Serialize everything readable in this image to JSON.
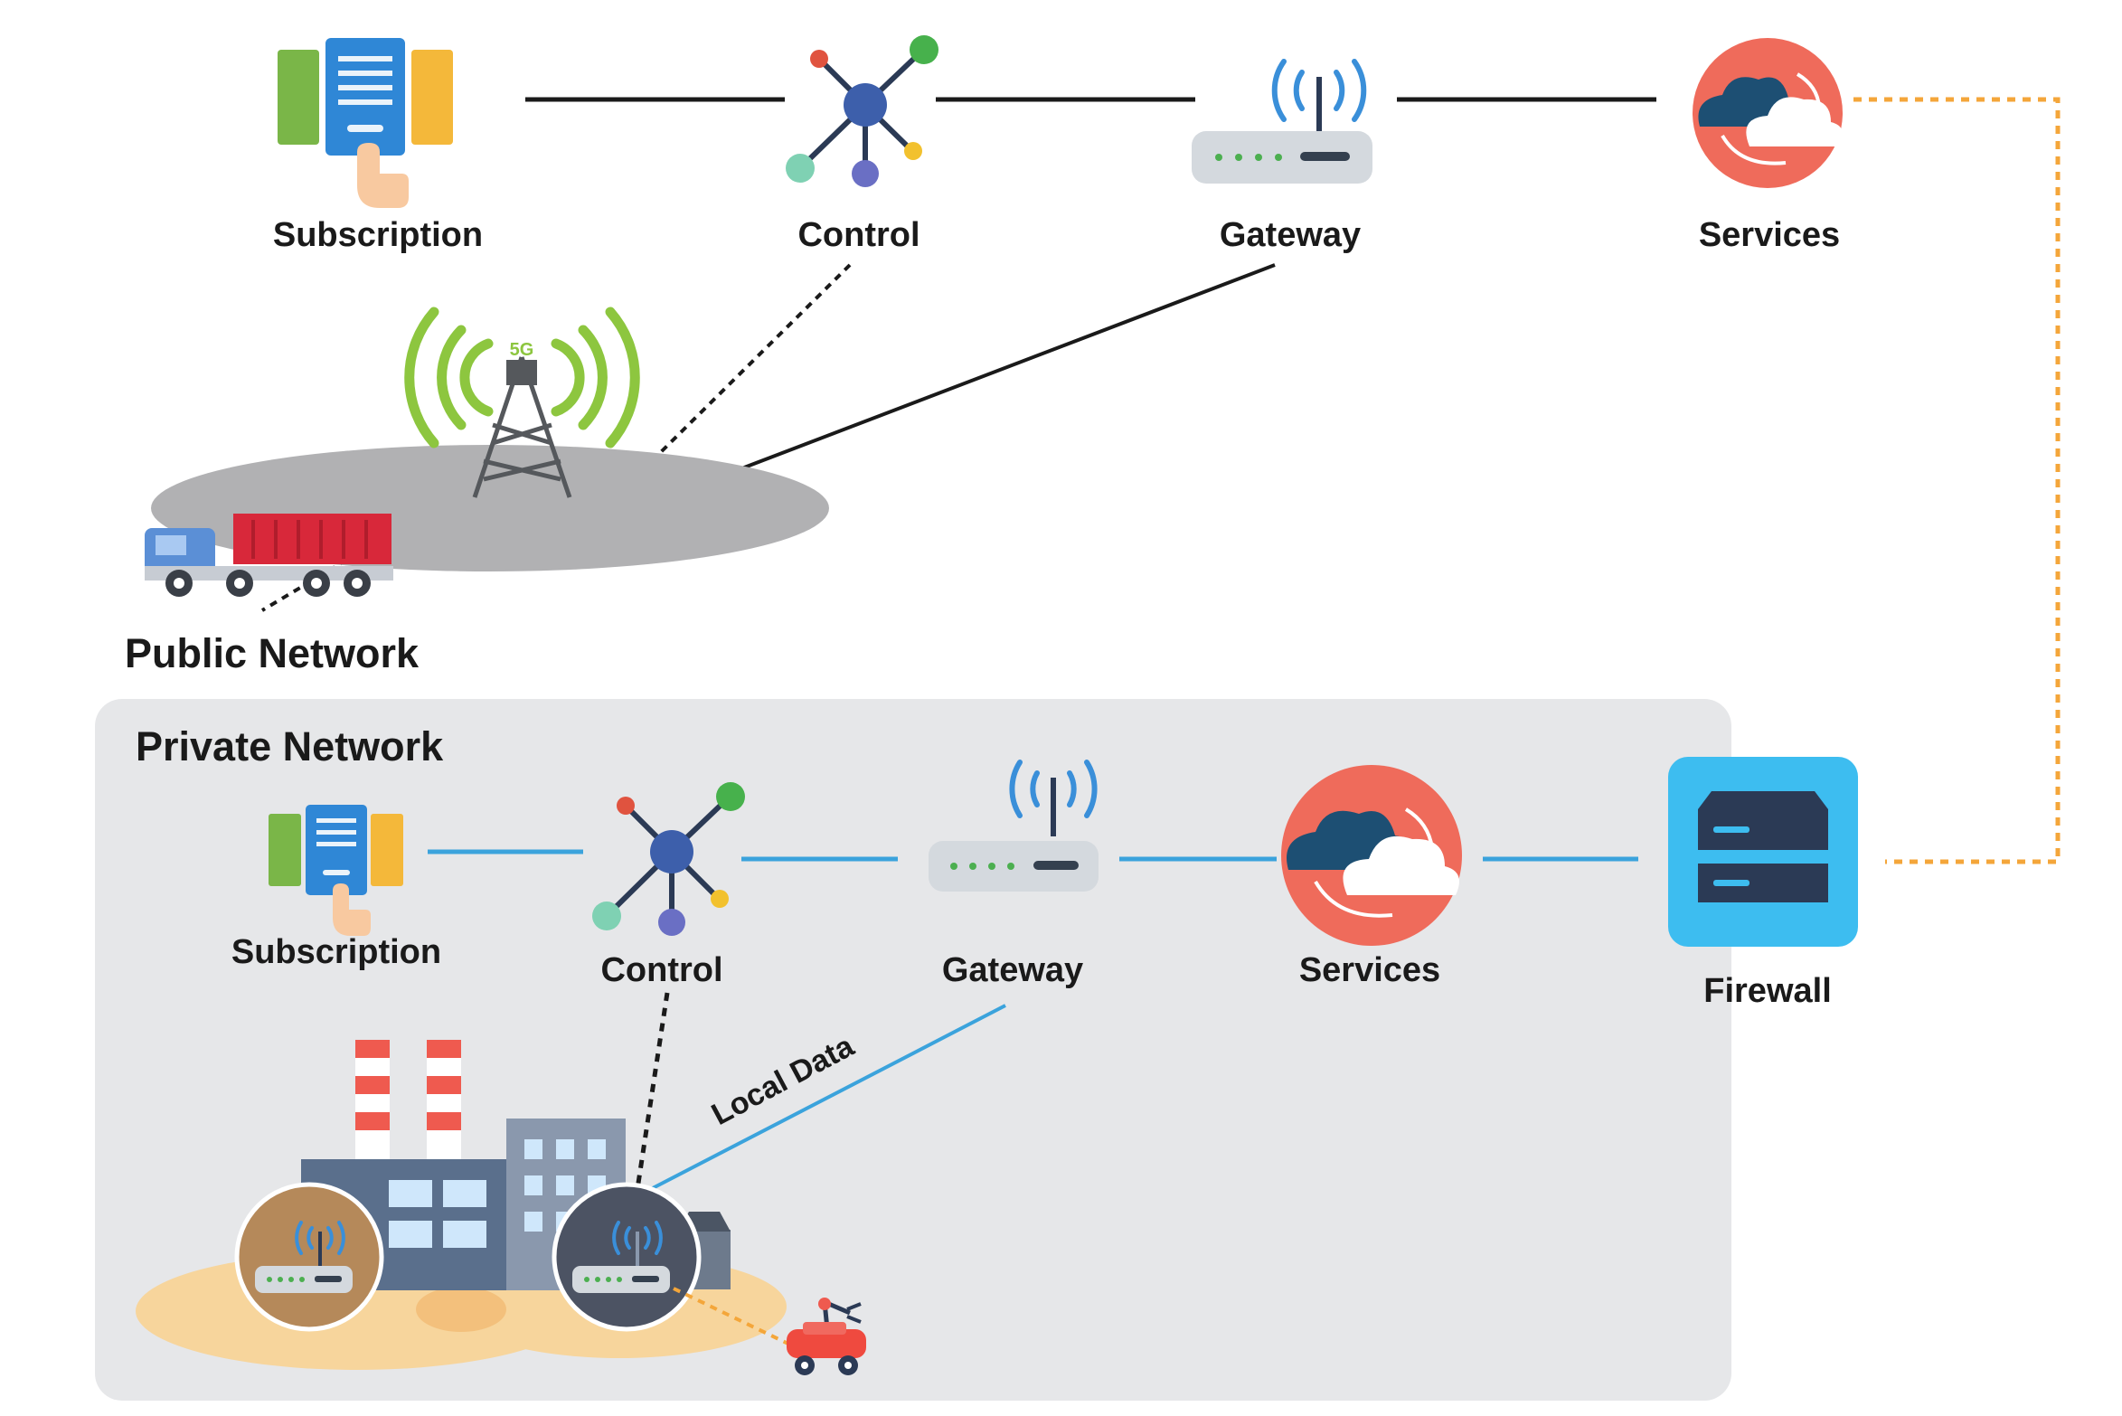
{
  "public_network": {
    "title": "Public Network",
    "nodes": {
      "subscription": "Subscription",
      "control": "Control",
      "gateway": "Gateway",
      "services": "Services"
    },
    "tower_badge": "5G"
  },
  "private_network": {
    "title": "Private Network",
    "nodes": {
      "subscription": "Subscription",
      "control": "Control",
      "gateway": "Gateway",
      "services": "Services",
      "firewall": "Firewall"
    },
    "local_data_label": "Local Data"
  },
  "colors": {
    "public_link": "#1a1a1a",
    "private_link": "#3ba3dc",
    "firewall_link": "#f4a63a",
    "private_panel": "#e6e7e9",
    "services_red": "#ef6b5b",
    "firewall_blue": "#3dbdf0"
  }
}
